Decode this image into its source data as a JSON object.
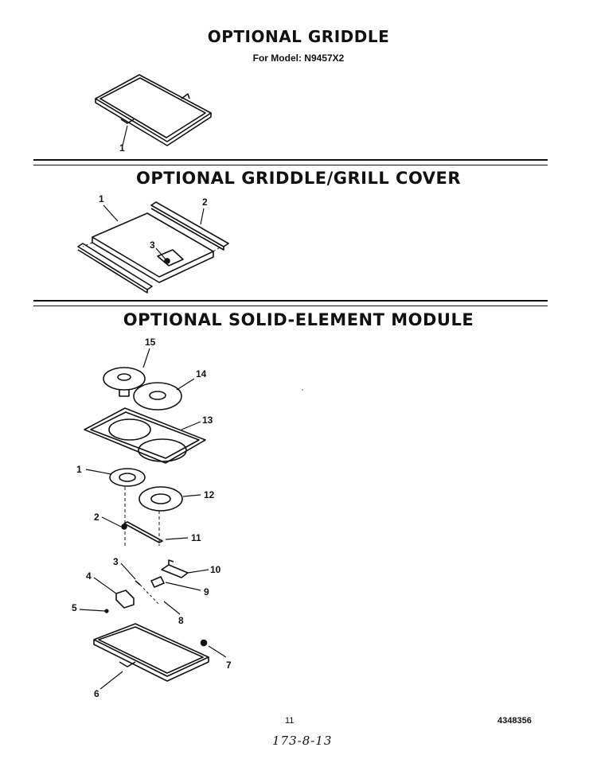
{
  "sections": {
    "griddle": {
      "title": "OPTIONAL GRIDDLE",
      "subtitle": "For Model: N9457X2",
      "callouts": [
        "1"
      ]
    },
    "grill_cover": {
      "title": "OPTIONAL GRIDDLE/GRILL COVER",
      "callouts": [
        "1",
        "2",
        "3"
      ]
    },
    "solid_element": {
      "title": "OPTIONAL SOLID-ELEMENT MODULE",
      "callouts": [
        "15",
        "14",
        "13",
        "1",
        "12",
        "2",
        "11",
        "3",
        "10",
        "4",
        "9",
        "5",
        "8",
        "7",
        "6"
      ]
    }
  },
  "footer": {
    "page_number": "11",
    "document_number": "4348356",
    "handwritten_note": "173-8-13"
  }
}
